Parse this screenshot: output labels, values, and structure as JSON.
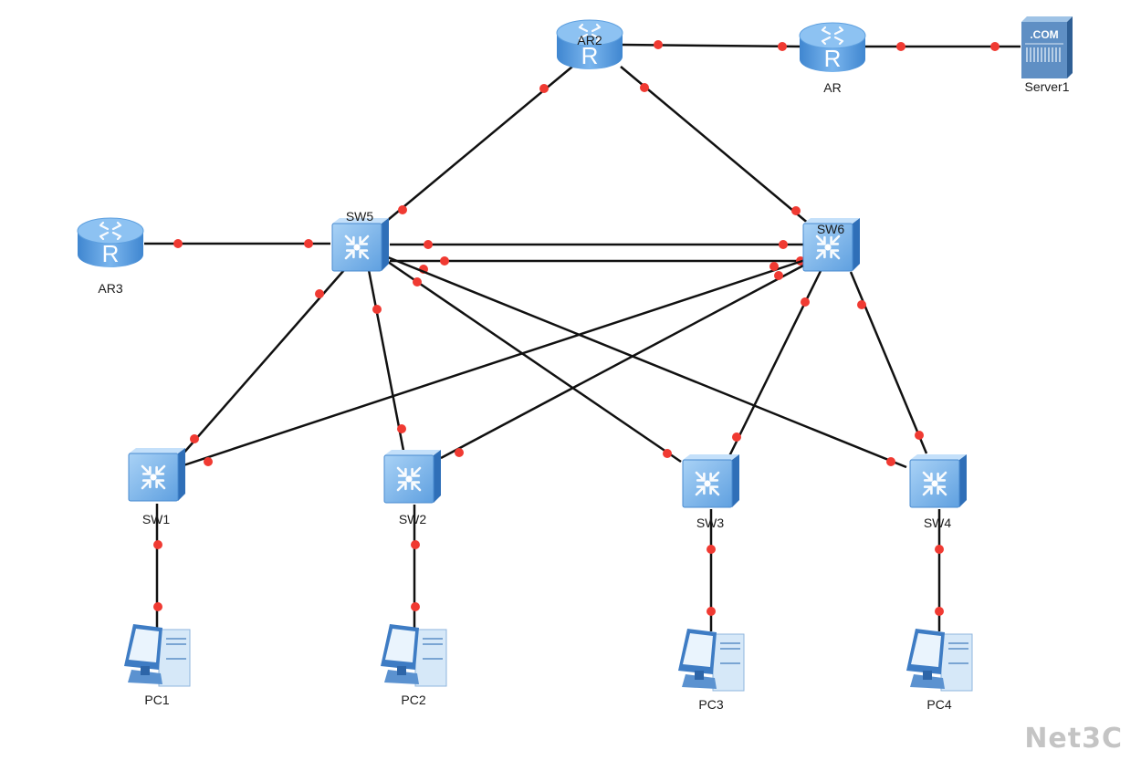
{
  "diagram": {
    "title": "",
    "colors": {
      "link": "#111111",
      "port": "#f03a32",
      "device": "#4a90d9",
      "watermark": "#c4c4c4"
    },
    "nodes": [
      {
        "id": "AR2",
        "label": "AR2",
        "type": "router"
      },
      {
        "id": "AR",
        "label": "AR",
        "type": "router"
      },
      {
        "id": "Server1",
        "label": "Server1",
        "type": "server",
        "badge": ".COM"
      },
      {
        "id": "AR3",
        "label": "AR3",
        "type": "router"
      },
      {
        "id": "SW5",
        "label": "SW5",
        "type": "switch"
      },
      {
        "id": "SW6",
        "label": "SW6",
        "type": "switch"
      },
      {
        "id": "SW1",
        "label": "SW1",
        "type": "switch"
      },
      {
        "id": "SW2",
        "label": "SW2",
        "type": "switch"
      },
      {
        "id": "SW3",
        "label": "SW3",
        "type": "switch"
      },
      {
        "id": "SW4",
        "label": "SW4",
        "type": "switch"
      },
      {
        "id": "PC1",
        "label": "PC1",
        "type": "pc"
      },
      {
        "id": "PC2",
        "label": "PC2",
        "type": "pc"
      },
      {
        "id": "PC3",
        "label": "PC3",
        "type": "pc"
      },
      {
        "id": "PC4",
        "label": "PC4",
        "type": "pc"
      }
    ],
    "links": [
      {
        "from": "AR2",
        "to": "AR"
      },
      {
        "from": "AR",
        "to": "Server1"
      },
      {
        "from": "AR2",
        "to": "SW5"
      },
      {
        "from": "AR2",
        "to": "SW6"
      },
      {
        "from": "AR3",
        "to": "SW5"
      },
      {
        "from": "SW5",
        "to": "SW6"
      },
      {
        "from": "SW5",
        "to": "SW6"
      },
      {
        "from": "SW5",
        "to": "SW1"
      },
      {
        "from": "SW5",
        "to": "SW2"
      },
      {
        "from": "SW5",
        "to": "SW3"
      },
      {
        "from": "SW5",
        "to": "SW4"
      },
      {
        "from": "SW6",
        "to": "SW1"
      },
      {
        "from": "SW6",
        "to": "SW2"
      },
      {
        "from": "SW6",
        "to": "SW3"
      },
      {
        "from": "SW6",
        "to": "SW4"
      },
      {
        "from": "SW1",
        "to": "PC1"
      },
      {
        "from": "SW2",
        "to": "PC2"
      },
      {
        "from": "SW3",
        "to": "PC3"
      },
      {
        "from": "SW4",
        "to": "PC4"
      }
    ]
  },
  "watermark": "Net3C"
}
